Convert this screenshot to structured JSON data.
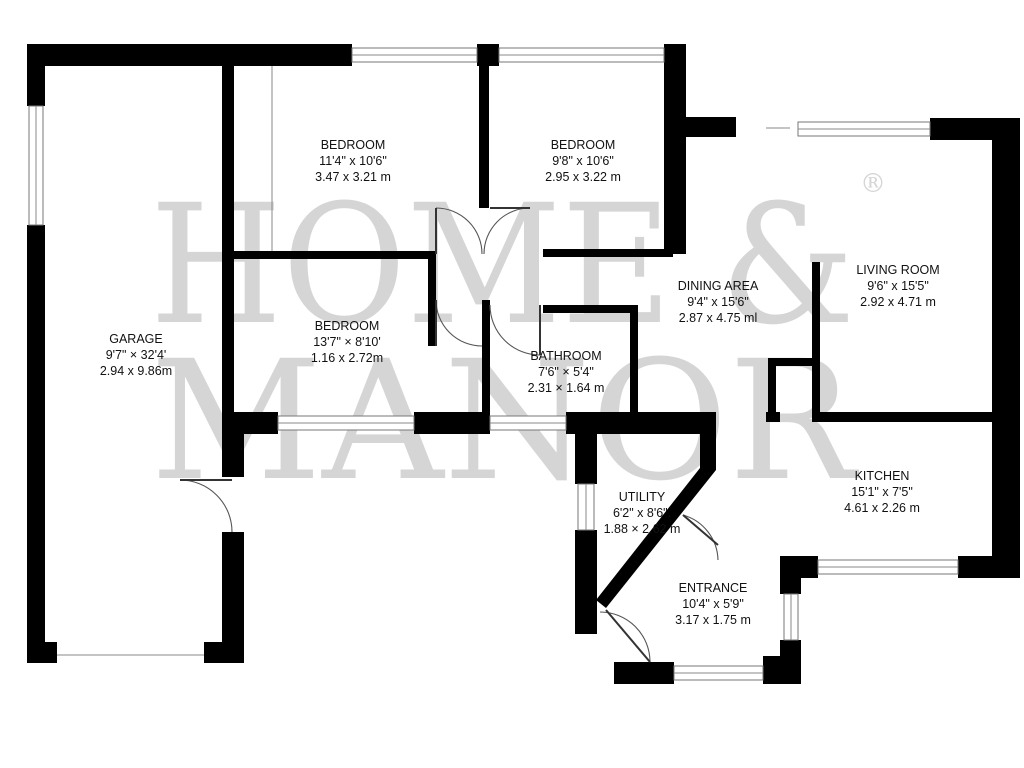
{
  "watermark": {
    "line1": "HOME &",
    "line2": "MANOR",
    "mark": "®"
  },
  "rooms": {
    "bedroom1": {
      "name": "BEDROOM",
      "imperial": "11'4\" x 10'6\"",
      "metric": "3.47 x 3.21 m"
    },
    "bedroom2": {
      "name": "BEDROOM",
      "imperial": "9'8\" x 10'6\"",
      "metric": "2.95 x 3.22 m"
    },
    "bedroom3": {
      "name": "BEDROOM",
      "imperial": "13'7\" × 8'10'",
      "metric": "1.16 x 2.72m"
    },
    "garage": {
      "name": "GARAGE",
      "imperial": "9'7\" × 32'4'",
      "metric": "2.94 x 9.86m"
    },
    "dining": {
      "name": "DINING AREA",
      "imperial": "9'4\" x 15'6\"",
      "metric": "2.87 x 4.75 ml"
    },
    "living": {
      "name": "LIVING ROOM",
      "imperial": "9'6\" x 15'5\"",
      "metric": "2.92 x 4.71 m"
    },
    "bathroom": {
      "name": "BATHROOM",
      "imperial": "7'6\" × 5'4\"",
      "metric": "2.31 × 1.64 m"
    },
    "kitchen": {
      "name": "KITCHEN",
      "imperial": "15'1\" x 7'5\"",
      "metric": "4.61 x 2.26 m"
    },
    "utility": {
      "name": "UTILITY",
      "imperial": "6'2\" x 8'6\".",
      "metric": "1.88 × 2.62 m"
    },
    "entrance": {
      "name": "ENTRANCE",
      "imperial": "10'4\" x 5'9\"",
      "metric": "3.17 x 1.75 m"
    }
  }
}
